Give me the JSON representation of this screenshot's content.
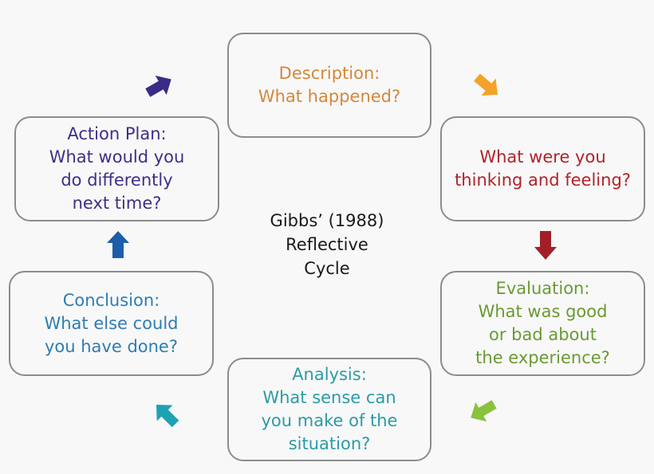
{
  "colors": {
    "description": "#d4873a",
    "feelings": "#b0232a",
    "evaluation": "#6a9a34",
    "analysis": "#2b9ba6",
    "conclusion": "#2f7cb4",
    "action_plan": "#3f2f86",
    "box_border": "#8c8c8c",
    "arrow_description": "#f4a229",
    "arrow_feelings": "#a31f26",
    "arrow_evaluation": "#8ac23f",
    "arrow_analysis": "#1fa1b4",
    "arrow_conclusion": "#1d5ea8",
    "arrow_action_plan": "#3a2c86"
  },
  "center": {
    "line1": "Gibbs’ (1988)",
    "line2": "Reflective",
    "line3": "Cycle"
  },
  "stages": {
    "description": {
      "lines": [
        "Description:",
        "What happened?"
      ]
    },
    "feelings": {
      "lines": [
        "What were you",
        "thinking and feeling?"
      ]
    },
    "evaluation": {
      "lines": [
        "Evaluation:",
        "What was good",
        "or bad about",
        "the experience?"
      ]
    },
    "analysis": {
      "lines": [
        "Analysis:",
        "What sense can",
        "you make of the",
        "situation?"
      ]
    },
    "conclusion": {
      "lines": [
        "Conclusion:",
        "What else could",
        "you have done?"
      ]
    },
    "action_plan": {
      "lines": [
        "Action Plan:",
        "What would you",
        "do differently",
        "next time?"
      ]
    }
  }
}
